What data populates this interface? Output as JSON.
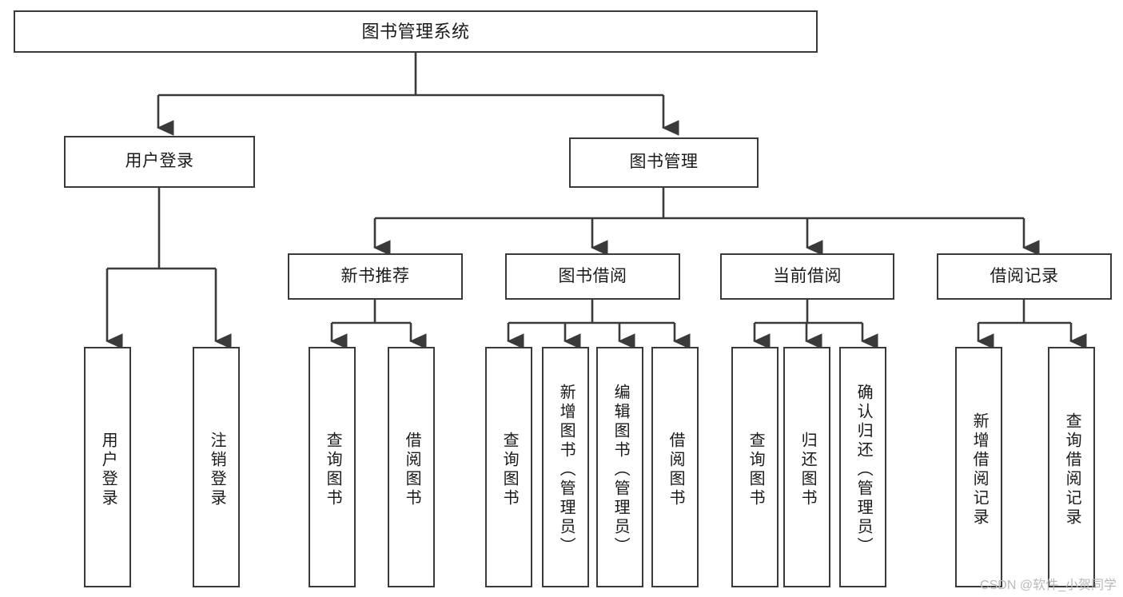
{
  "diagram": {
    "type": "tree-hierarchy",
    "title": "图书管理系统",
    "colors": {
      "box_border": "#3a3a3a",
      "box_fill": "#ffffff",
      "edge": "#3a3a3a",
      "text": "#1a1a1a",
      "background": "#ffffff",
      "watermark": "#b9b9b9"
    },
    "root": {
      "label": "图书管理系统"
    },
    "level2": [
      {
        "label": "用户登录"
      },
      {
        "label": "图书管理"
      }
    ],
    "level3": [
      {
        "label": "新书推荐"
      },
      {
        "label": "图书借阅"
      },
      {
        "label": "当前借阅"
      },
      {
        "label": "借阅记录"
      }
    ],
    "leaves": {
      "user_login": [
        {
          "label": "用户登录"
        },
        {
          "label": "注销登录"
        }
      ],
      "new_book_recommend": [
        {
          "label": "查询图书"
        },
        {
          "label": "借阅图书"
        }
      ],
      "book_borrow": [
        {
          "label": "查询图书"
        },
        {
          "label": "新增图书（管理员）"
        },
        {
          "label": "编辑图书（管理员）"
        },
        {
          "label": "借阅图书"
        }
      ],
      "current_borrow": [
        {
          "label": "查询图书"
        },
        {
          "label": "归还图书"
        },
        {
          "label": "确认归还（管理员）"
        }
      ],
      "borrow_record": [
        {
          "label": "新增借阅记录"
        },
        {
          "label": "查询借阅记录"
        }
      ]
    }
  },
  "watermark": {
    "text": "CSDN @软件_小贺同学"
  }
}
